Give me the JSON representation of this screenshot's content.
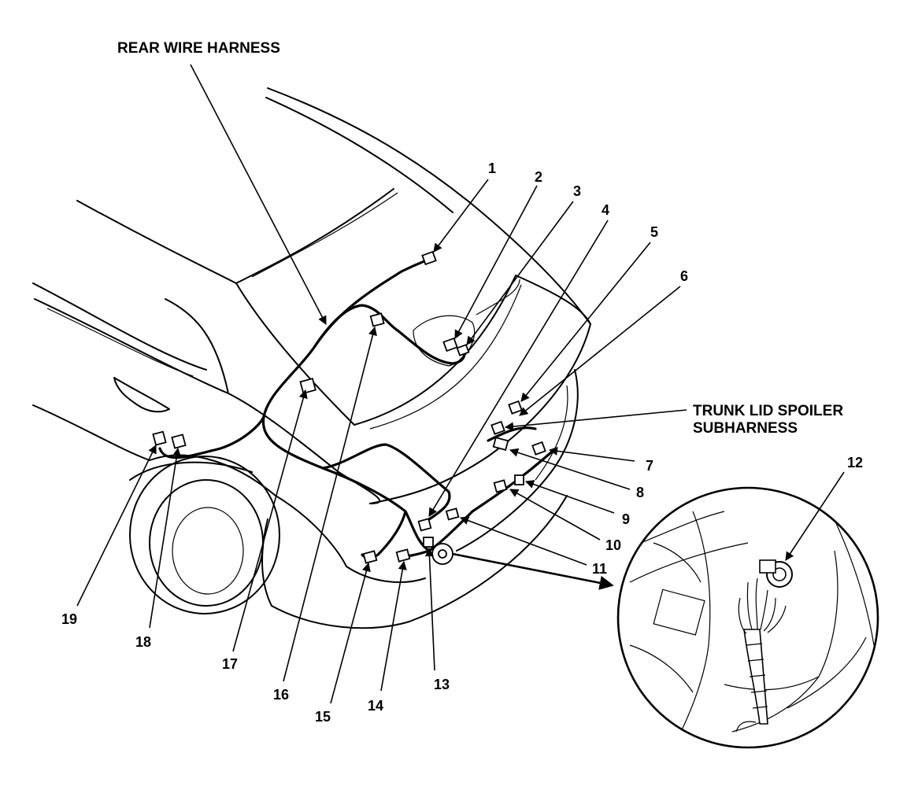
{
  "diagram": {
    "labels": {
      "rear_wire_harness": "REAR WIRE HARNESS",
      "trunk_lid_spoiler_line1": "TRUNK LID SPOILER",
      "trunk_lid_spoiler_line2": "SUBHARNESS"
    },
    "callouts": [
      "1",
      "2",
      "3",
      "4",
      "5",
      "6",
      "7",
      "8",
      "9",
      "10",
      "11",
      "12",
      "13",
      "14",
      "15",
      "16",
      "17",
      "18",
      "19"
    ]
  }
}
